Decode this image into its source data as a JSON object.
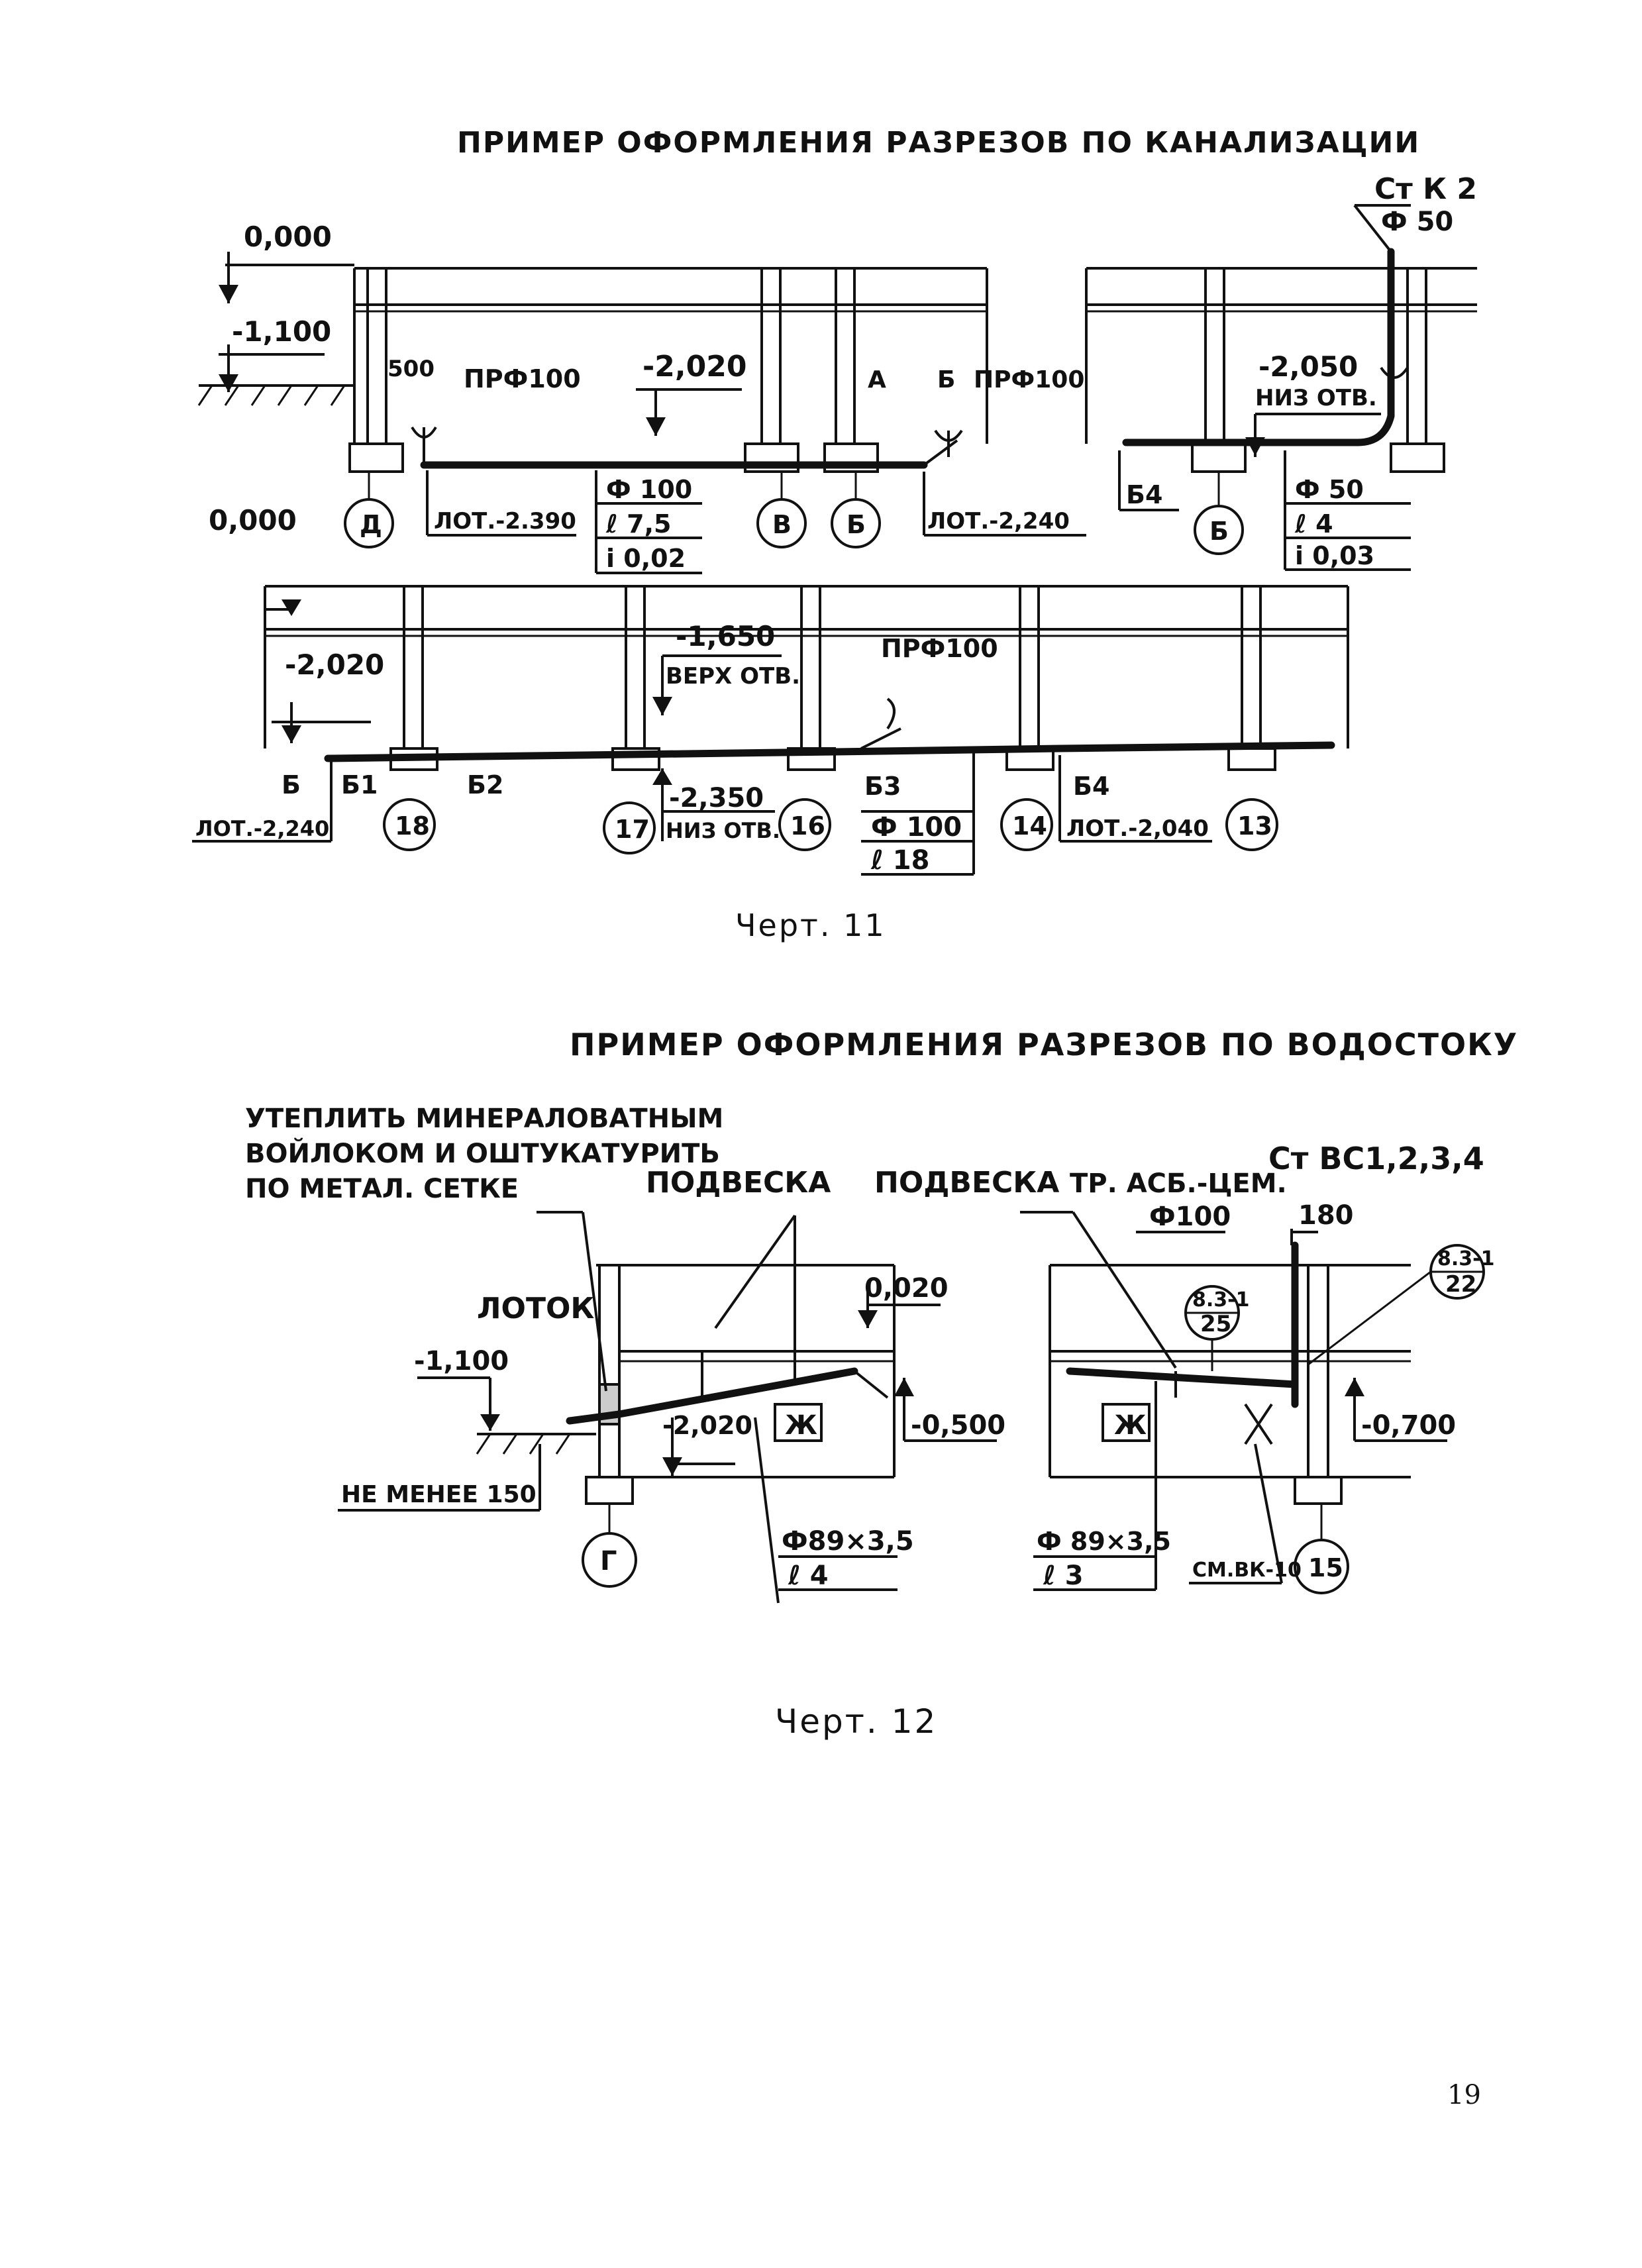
{
  "figure11": {
    "title": "ПРИМЕР ОФОРМЛЕНИЯ РАЗРЕЗОВ ПО КАНАЛИЗАЦИИ",
    "caption": "Черт. 11",
    "left": {
      "lvl_0000": "0,000",
      "lvl_1100": "-1,100",
      "dim_500": "500",
      "cleanout_left": "ПРФ100",
      "lvl_2020": "-2,020",
      "mark_a": "А",
      "mark_b": "Б",
      "cleanout_right": "ПРФ100",
      "pipe_d": "Ф 100",
      "pipe_l": "ℓ 7,5",
      "pipe_i": "i 0,02",
      "tray_left": "ЛОТ.-2.390",
      "tray_right": "ЛОТ.-2,240",
      "axis_d": "Д",
      "axis_v": "В",
      "axis_b": "Б"
    },
    "right": {
      "riser": "Ст К 2",
      "riser_d": "Ф 50",
      "lvl_2050": "-2,050",
      "bottom_hole": "НИЗ ОТВ.",
      "mark_b4": "Б4",
      "pipe_d": "Ф 50",
      "pipe_l": "ℓ 4",
      "pipe_i": "i 0,03",
      "axis_b": "Б"
    },
    "lower": {
      "lvl_0000": "0,000",
      "lvl_2020": "-2,020",
      "lvl_1650": "-1,650",
      "top_hole": "ВЕРХ ОТВ.",
      "cleanout": "ПРФ100",
      "mark_b": "Б",
      "mark_b1": "Б1",
      "mark_b2": "Б2",
      "mark_b3": "Б3",
      "mark_b4": "Б4",
      "tray_left": "ЛОТ.-2,240",
      "tray_right": "ЛОТ.-2,040",
      "lvl_2350": "-2,350",
      "bottom_hole": "НИЗ ОТВ.",
      "pipe_d": "Ф 100",
      "pipe_l": "ℓ 18",
      "axes": [
        "18",
        "17",
        "16",
        "14",
        "13"
      ]
    }
  },
  "figure12": {
    "title": "ПРИМЕР ОФОРМЛЕНИЯ РАЗРЕЗОВ ПО ВОДОСТОКУ",
    "caption": "Черт. 12",
    "left": {
      "note1": "УТЕПЛИТЬ МИНЕРАЛОВАТНЫМ",
      "note2": "ВОЙЛОКОМ И ОШТУКАТУРИТЬ",
      "note3": "ПО МЕТАЛ. СЕТКЕ",
      "hanger": "ПОДВЕСКА",
      "tray": "ЛОТОК",
      "lvl_1100": "-1,100",
      "lvl_0020": "0,020",
      "lvl_0500": "-0,500",
      "lvl_2020": "-2,020",
      "mark_zh": "Ж",
      "min150": "НЕ МЕНЕЕ 150",
      "pipe_d": "Ф89×3,5",
      "pipe_l": "ℓ 4",
      "axis_g": "Г"
    },
    "right": {
      "riser": "Ст ВС1,2,3,4",
      "hanger": "ПОДВЕСКА",
      "pipe_type": "ТР. АСБ.-ЦЕМ.",
      "pipe_type_d": "Ф100",
      "dim_180": "180",
      "node1_top": "8.3-1",
      "node1_bottom": "25",
      "node2_top": "8.3-1",
      "node2_bottom": "22",
      "mark_zh": "Ж",
      "lvl_0700": "-0,700",
      "pipe_d": "Ф 89×3,5",
      "pipe_l": "ℓ 3",
      "see": "СМ.ВК-10",
      "axis_15": "15"
    }
  },
  "page_number": "19"
}
